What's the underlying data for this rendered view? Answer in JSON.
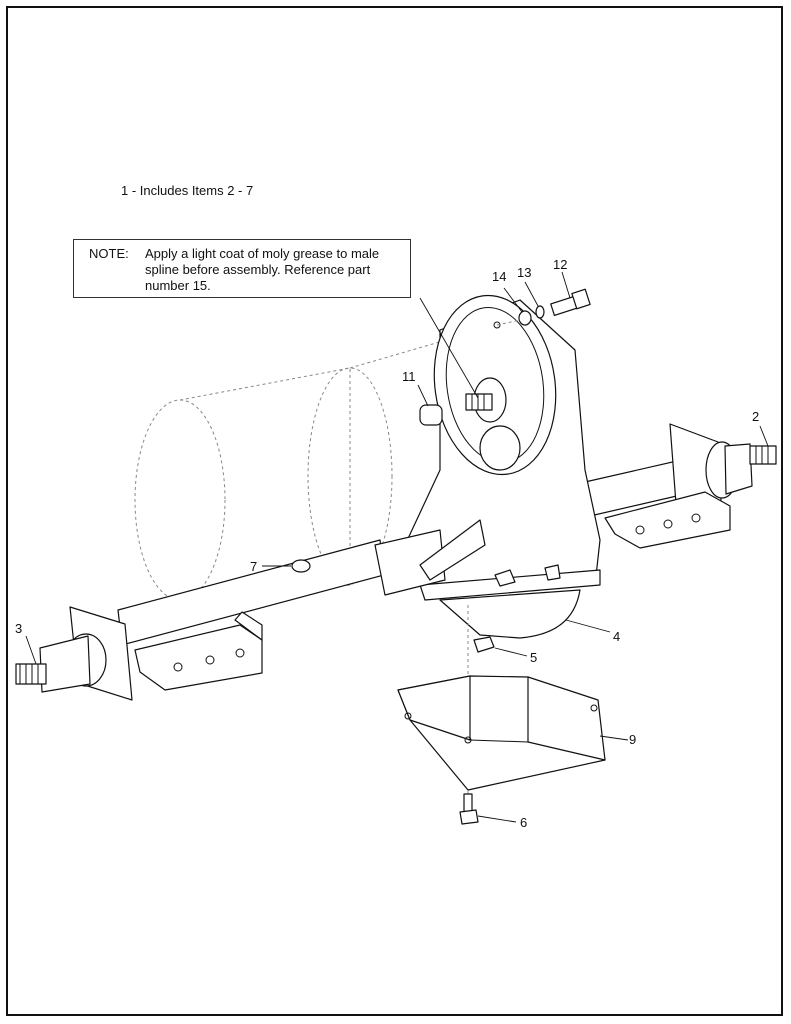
{
  "header": {
    "includes": "1 - Includes Items 2 - 7"
  },
  "note": {
    "label": "NOTE:",
    "text": "Apply a light coat of moly grease to male spline before assembly. Reference part number 15."
  },
  "callouts": {
    "item_2": "2",
    "item_3": "3",
    "item_4": "4",
    "item_5": "5",
    "item_6": "6",
    "item_7": "7",
    "item_9": "9",
    "item_11": "11",
    "item_12": "12",
    "item_13": "13",
    "item_14": "14"
  }
}
